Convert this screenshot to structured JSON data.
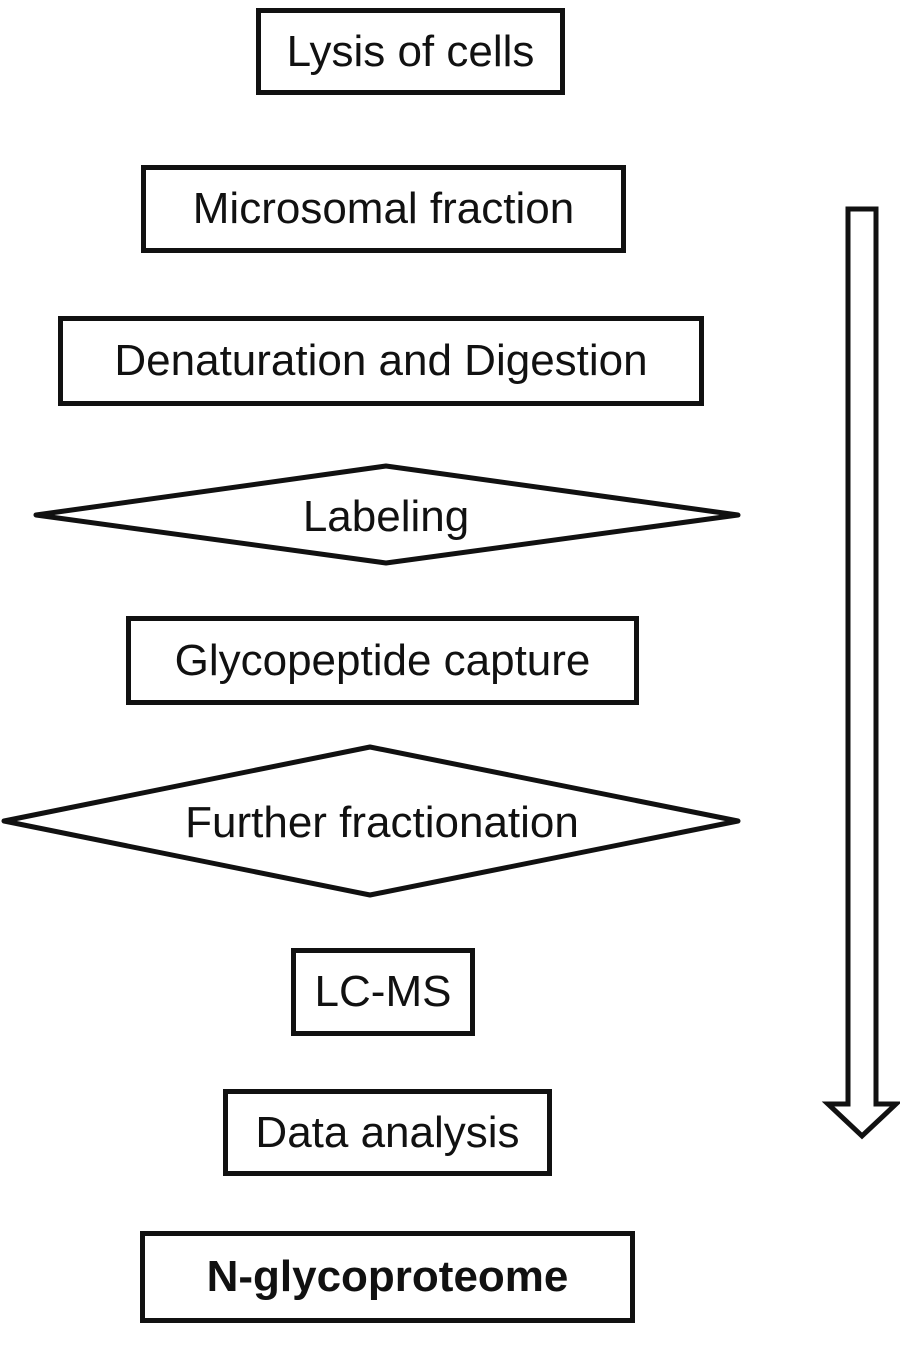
{
  "steps": {
    "lysis": "Lysis of cells",
    "microsomal": "Microsomal fraction",
    "denaturation": "Denaturation and Digestion",
    "labeling": "Labeling",
    "glycopeptide": "Glycopeptide capture",
    "further": "Further fractionation",
    "lcms": "LC-MS",
    "data_analysis": "Data analysis",
    "result": "N-glycoproteome"
  },
  "colors": {
    "stroke": "#111111",
    "background": "#ffffff"
  }
}
